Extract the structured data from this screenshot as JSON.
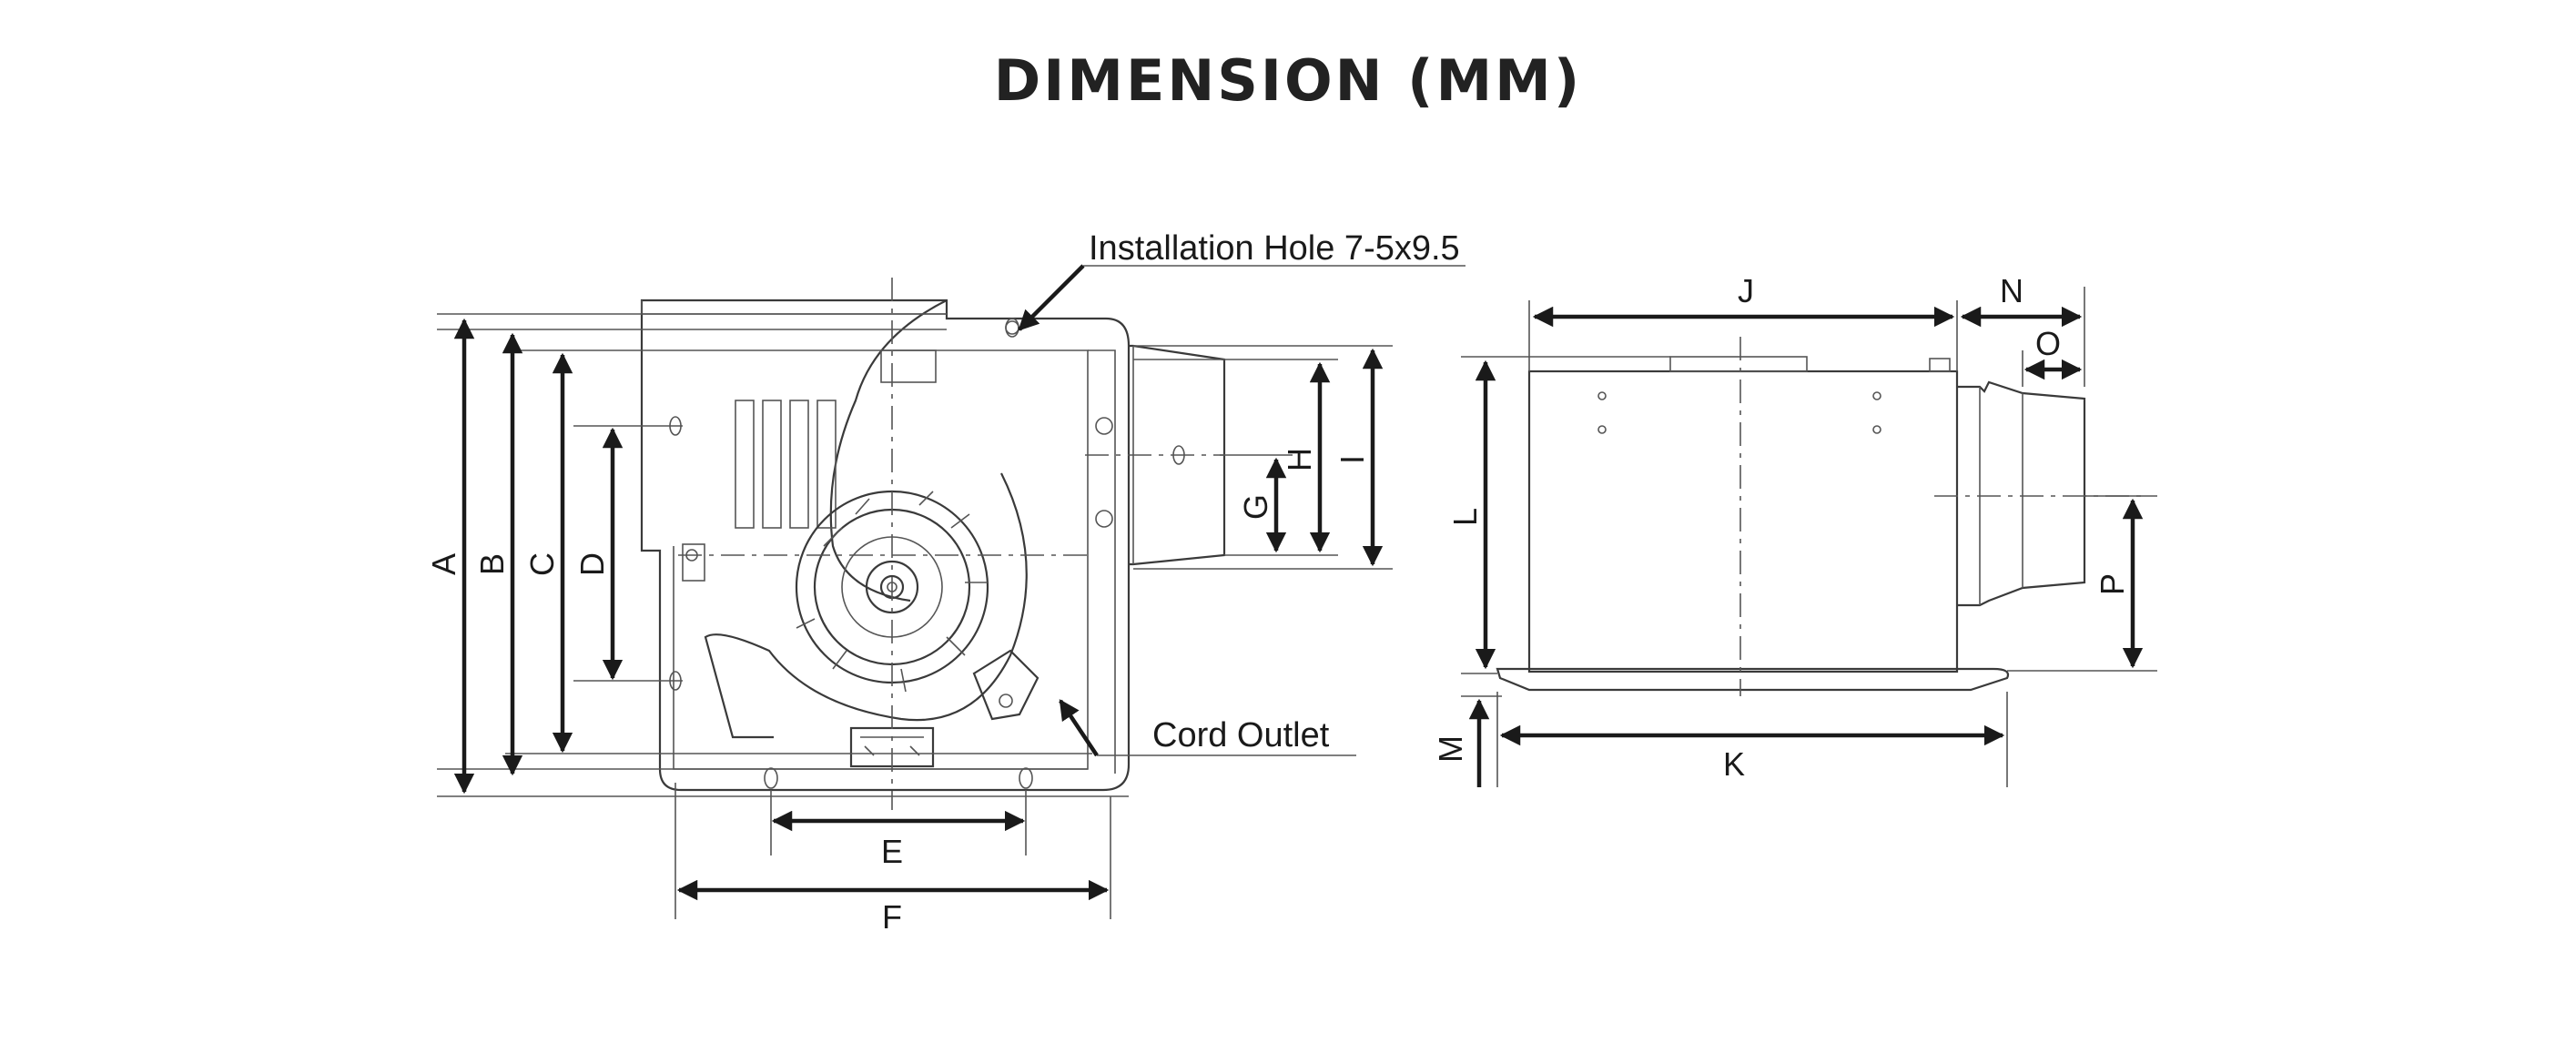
{
  "title": "DIMENSION (MM)",
  "callouts": {
    "installation_hole": "Installation Hole 7-5x9.5",
    "cord_outlet": "Cord Outlet"
  },
  "labels": {
    "A": "A",
    "B": "B",
    "C": "C",
    "D": "D",
    "E": "E",
    "F": "F",
    "G": "G",
    "H": "H",
    "I": "I",
    "J": "J",
    "K": "K",
    "L": "L",
    "M": "M",
    "N": "N",
    "O": "O",
    "P": "P"
  }
}
